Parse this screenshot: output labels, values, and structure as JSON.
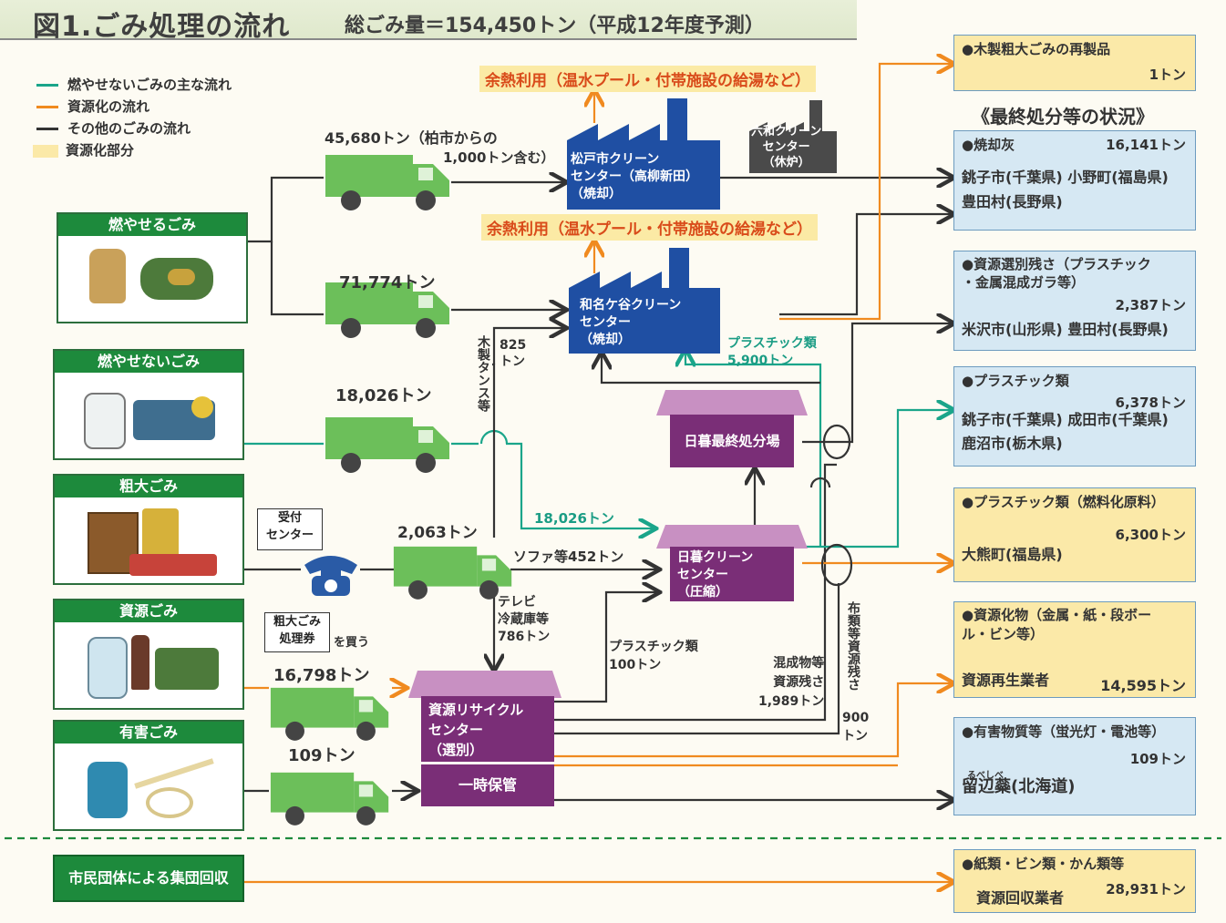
{
  "title": {
    "main": "図1.ごみ処理の流れ",
    "total": "総ごみ量＝154,450トン（平成12年度予測）"
  },
  "legend": {
    "items": [
      {
        "label": "燃やせないごみの主な流れ",
        "color": "#1aa58a"
      },
      {
        "label": "資源化の流れ",
        "color": "#f08a1f"
      },
      {
        "label": "その他のごみの流れ",
        "color": "#333333"
      },
      {
        "label": "資源化部分",
        "color": "#fbe9a8"
      }
    ]
  },
  "categories": [
    {
      "name": "燃やせるごみ"
    },
    {
      "name": "燃やせないごみ"
    },
    {
      "name": "粗大ごみ"
    },
    {
      "name": "資源ごみ"
    },
    {
      "name": "有害ごみ"
    }
  ],
  "group_collection": "市民団体による集団回収",
  "reception": {
    "center": "受付\nセンター",
    "ticket": "粗大ごみ\n処理券",
    "buy": "を買う"
  },
  "flows": {
    "t1": "45,680トン（柏市からの",
    "t1b": "1,000トン含む）",
    "t2": "71,774トン",
    "t3": "18,026トン",
    "t4": "2,063トン",
    "t5": "16,798トン",
    "t6": "109トン",
    "t3b": "18,026トン",
    "wood_label": "木製タンス等",
    "wood_amt": "825\nトン",
    "sofa": "ソファ等452トン",
    "tv": "テレビ\n冷蔵庫等\n786トン",
    "plastic100": "プラスチック類\n100トン",
    "mixed": "混成物等\n資源残さ\n1,989トン",
    "cloth": "布類等資源残さ",
    "cloth_amt": "900\nトン",
    "plastic5900": "プラスチック類\n5,900トン"
  },
  "facilities": {
    "matsudo": "松戸市クリーン\nセンター（高柳新田）\n（焼却）",
    "rokuwa": "六和クリーン\nセンター\n（休炉）",
    "wanagaya": "和名ケ谷クリーン\nセンター\n（焼却）",
    "higurashi_landfill": "日暮最終処分場",
    "higurashi_clean": "日暮クリーン\nセンター\n（圧縮）",
    "recycle": "資源リサイクル\nセンター\n（選別）",
    "temp": "一時保管"
  },
  "heat_use": "余熱利用（温水プール・付帯施設の給湯など）",
  "final_heading": "《最終処分等の状況》",
  "destinations": [
    {
      "title": "●木製粗大ごみの再製品",
      "amount": "1トン",
      "place": ""
    },
    {
      "title": "●焼却灰",
      "amount": "16,141トン",
      "place": "銚子市(千葉県) 小野町(福島県)\n豊田村(長野県)"
    },
    {
      "title": "●資源選別残さ（プラスチック\n・金属混成ガラ等）",
      "amount": "2,387トン",
      "place": "米沢市(山形県) 豊田村(長野県)"
    },
    {
      "title": "●プラスチック類",
      "amount": "6,378トン",
      "place": "銚子市(千葉県) 成田市(千葉県)\n鹿沼市(栃木県)"
    },
    {
      "title": "●プラスチック類（燃料化原料）",
      "amount": "6,300トン",
      "place": "大熊町(福島県)"
    },
    {
      "title": "●資源化物（金属・紙・段ボー\nル・ビン等）",
      "amount": "14,595トン",
      "place": "資源再生業者"
    },
    {
      "title": "●有害物質等（蛍光灯・電池等）",
      "amount": "109トン",
      "place": "留辺蘂(北海道)"
    },
    {
      "title": "●紙類・ビン類・かん類等",
      "amount": "28,931トン",
      "place": "資源回収業者"
    }
  ],
  "furigana": "るべしべ",
  "colors": {
    "teal": "#1aa58a",
    "orange": "#f08a1f",
    "black": "#333333",
    "plant": "#1f4fa3",
    "purple": "#7a2e77",
    "green": "#1d8a3c",
    "truck": "#6cbf5a"
  }
}
